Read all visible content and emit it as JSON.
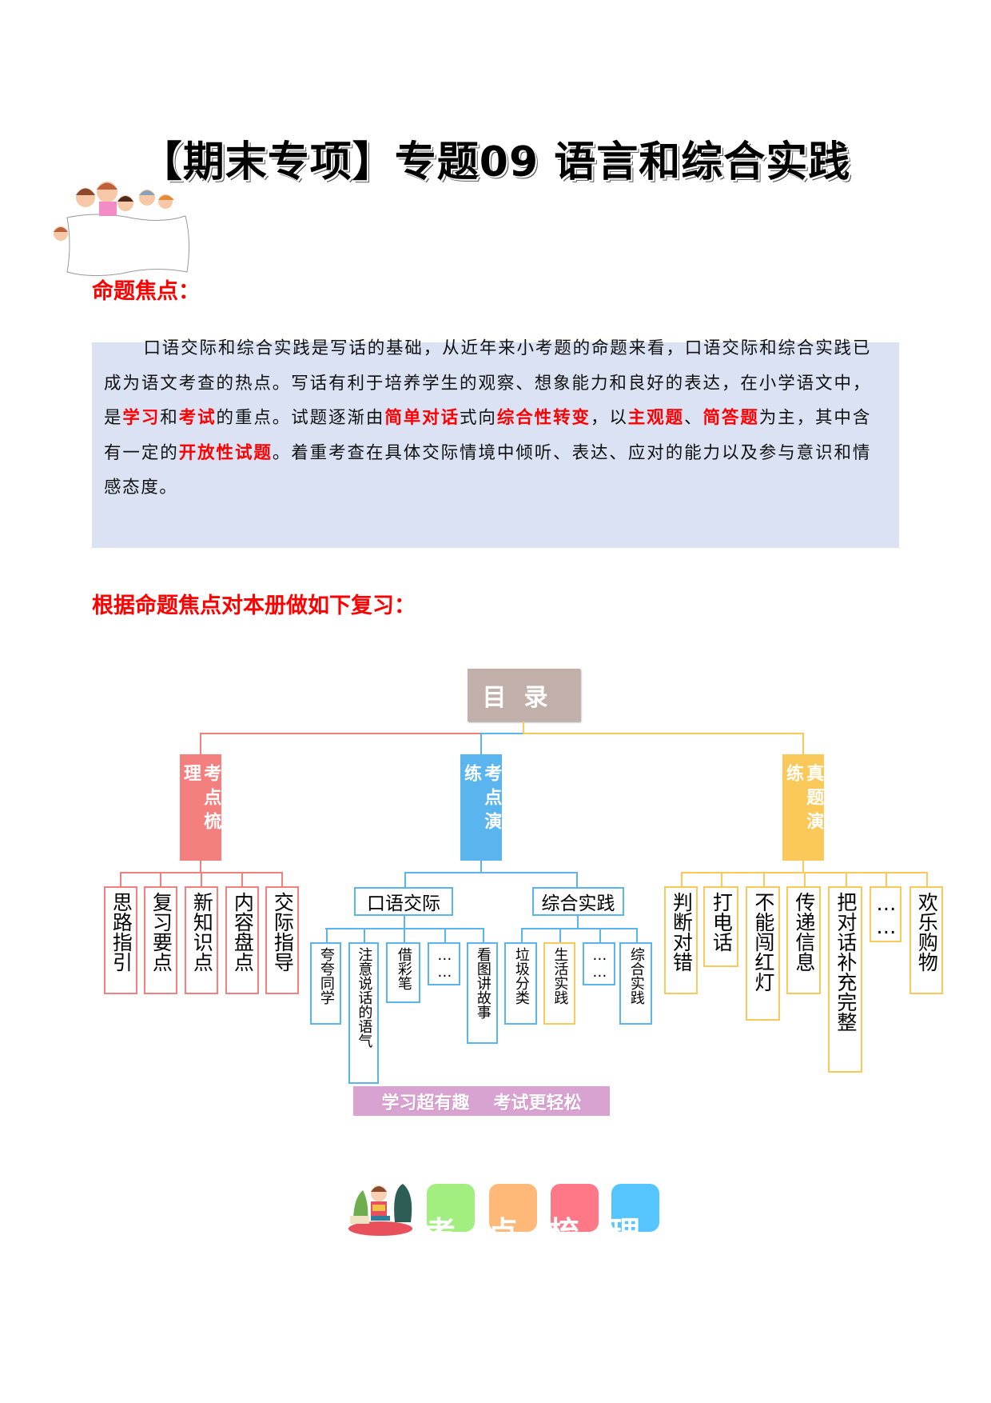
{
  "title": "【期末专项】专题09 语言和综合实践",
  "focus": {
    "heading": "命题焦点：",
    "paragraph": [
      {
        "t": "口语交际和综合实践是写话的基础，从近年来小考题的命题来看，口语交际和综合实践已成为语文考查的热点。写话有利于培养学生的观察、想象能力和良好的表达，在小学语文中，是"
      },
      {
        "t": "学习",
        "hl": true
      },
      {
        "t": "和"
      },
      {
        "t": "考试",
        "hl": true
      },
      {
        "t": "的重点。试题逐渐由"
      },
      {
        "t": "简单对话",
        "hl": true
      },
      {
        "t": "式向"
      },
      {
        "t": "综合性转变",
        "hl": true
      },
      {
        "t": "，以"
      },
      {
        "t": "主观题",
        "hl": true
      },
      {
        "t": "、"
      },
      {
        "t": "简答题",
        "hl": true
      },
      {
        "t": "为主，其中含有一定的"
      },
      {
        "t": "开放性试题",
        "hl": true
      },
      {
        "t": "。着重考查在具体交际情境中倾听、表达、应对的能力以及参与意识和情感态度。"
      }
    ],
    "highlight_color": "#ff0000",
    "box_color": "#dae2f4"
  },
  "review_heading": "根据命题焦点对本册做如下复习：",
  "diagram": {
    "root": "目录",
    "colors": {
      "red": "#f47f7f",
      "blue": "#5ab4ee",
      "yellow": "#fbc85a",
      "root": "#c1afa9"
    },
    "branches": [
      {
        "label": "考点梳理",
        "color": "red",
        "children": [
          "思路指引",
          "复习要点",
          "新知识点",
          "内容盘点",
          "交际指导"
        ]
      },
      {
        "label": "考点演练",
        "color": "blue",
        "groups": [
          {
            "label": "口语交际",
            "children": [
              "夸夸同学",
              "注意说话的语气",
              "借彩笔",
              "……",
              "看图讲故事"
            ]
          },
          {
            "label": "综合实践",
            "children": [
              "垃圾分类",
              "生活实践",
              "……",
              "综合实践"
            ]
          }
        ]
      },
      {
        "label": "真题演练",
        "color": "yellow",
        "children": [
          "判断对错",
          "打电话",
          "不能闯红灯",
          "传递信息",
          "把对话补充完整",
          "……",
          "欢乐购物"
        ]
      }
    ],
    "banner": [
      "学习超有趣",
      "考试更轻松"
    ]
  },
  "tiles": [
    {
      "char": "考",
      "color": "#a2ee80"
    },
    {
      "char": "点",
      "color": "#feb877"
    },
    {
      "char": "梳",
      "color": "#fe7887"
    },
    {
      "char": "理",
      "color": "#56c5fe"
    }
  ]
}
